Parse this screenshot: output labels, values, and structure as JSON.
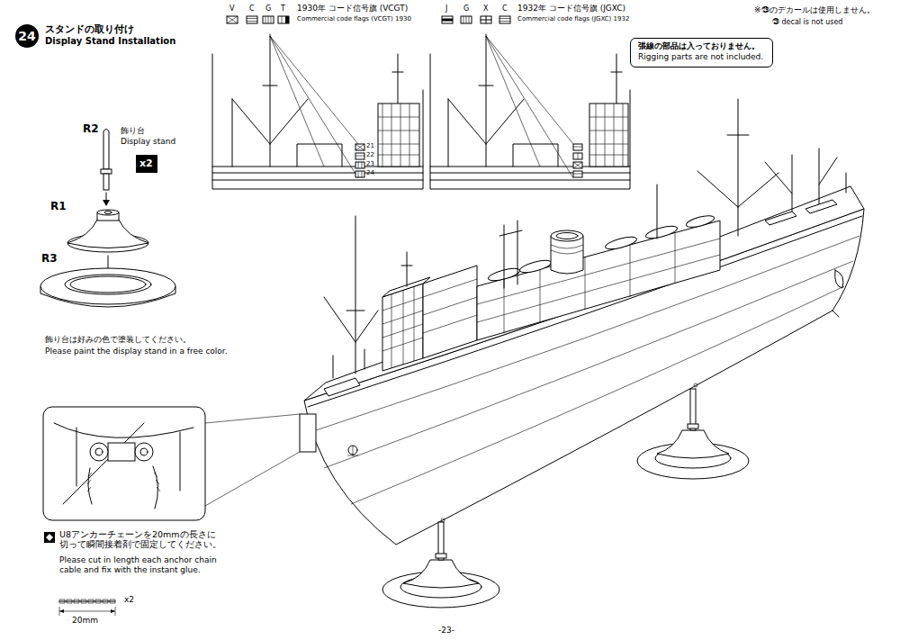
{
  "diagram": {
    "nodes": [
      {
        "text": [
          "24"
        ]
      },
      {
        "text": [
          "x2"
        ]
      },
      {
        "text": [
          "張線の部品は入っておりません。",
          "Rigging parts are not included."
        ]
      }
    ],
    "labels": [
      "スタンドの取り付け",
      "Display Stand Installation",
      "R2",
      "飾り台",
      "Display stand",
      "R1",
      "R3",
      "飾り台は好みの色で塗装してください。",
      "Please paint the display stand in a free color.",
      "V",
      "C",
      "G",
      "T",
      "1930年 コード信号旗 (VCGT)",
      "Commercial code flags (VCGT) 1930",
      "J",
      "G",
      "X",
      "C",
      "1932年 コード信号旗 (JGXC)",
      "Commercial code flags (JGXC) 1932",
      "※㉙のデカールは使用しません。",
      "㉙ decal is not used",
      "21",
      "22",
      "23",
      "24",
      "U8アンカーチェーンを20mmの長さに切って瞬間接着剤で固定してください。",
      "Please cut in length each anchor chain cable and fix with the instant glue.",
      "x2",
      "20mm",
      "-23-"
    ]
  }
}
